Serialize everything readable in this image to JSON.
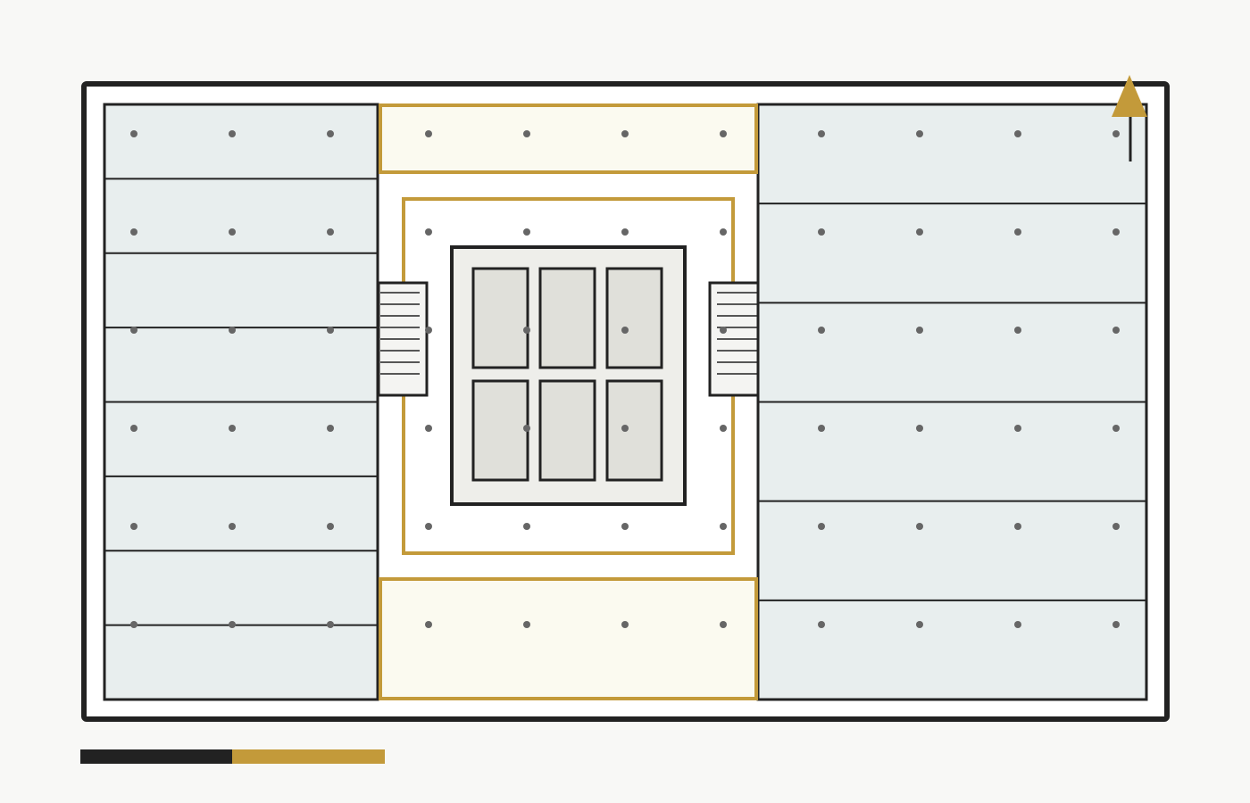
{
  "colors": {
    "background": "#f8f8f6",
    "wall": "#222222",
    "floor": "#ffffff",
    "wing_fill": "#e8eeee",
    "accent": "#c39a3a",
    "accent_fill": "#fbfaf0",
    "core_fill": "#eeeeea",
    "cell_fill": "#e0e0da",
    "stair_fill": "#f4f4f2",
    "column_dot": "#666666",
    "scale_dark": "#222222",
    "scale_light": "#c39a3a"
  },
  "icons": {
    "north_arrow": "north-arrow-icon",
    "column": "column-dot-icon"
  },
  "plan": {
    "left_wing_bays": 8,
    "right_wing_bays": 6,
    "core_cells": 6,
    "stair_treads": 8,
    "column_grid": {
      "columns": 11,
      "rows": 6
    }
  },
  "scale_bar": {
    "segments": 2
  }
}
